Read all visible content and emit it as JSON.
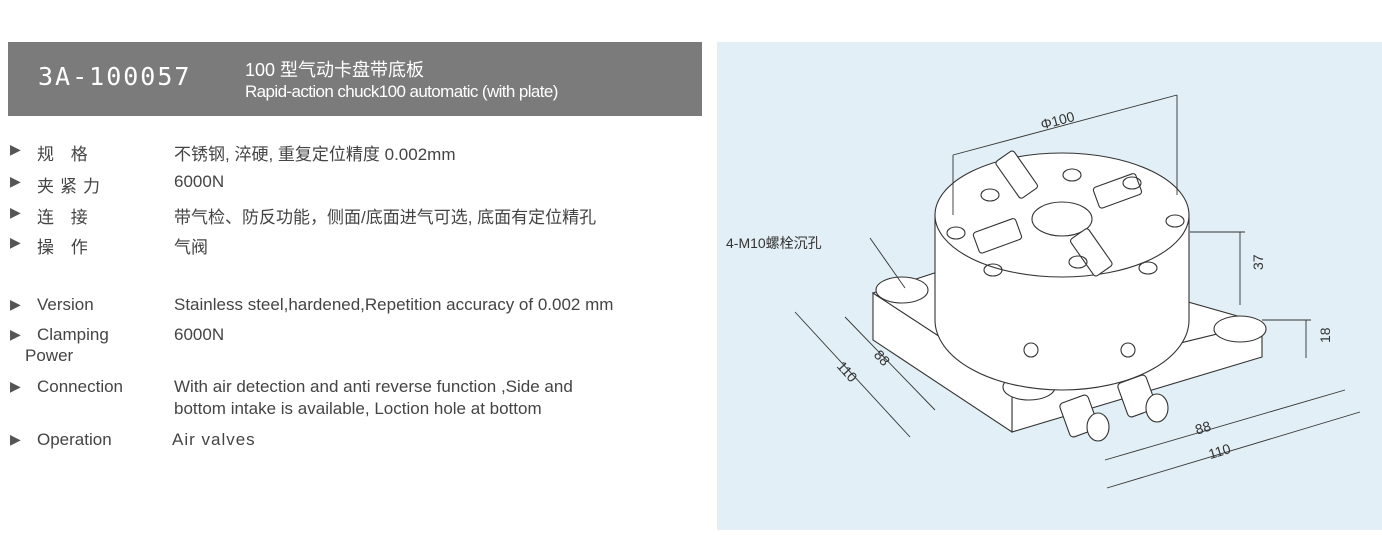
{
  "header": {
    "code": "3A-100057",
    "title_cn": "100 型气动卡盘带底板",
    "title_en": "Rapid-action chuck100 automatic (with plate)"
  },
  "specs_cn": [
    {
      "label": "规 格",
      "value": "不锈钢, 淬硬, 重复定位精度 0.002mm"
    },
    {
      "label": "夹紧力",
      "value": "6000N"
    },
    {
      "label": "连 接",
      "value": "带气检、防反功能，侧面/底面进气可选, 底面有定位精孔"
    },
    {
      "label": "操 作",
      "value": "气阀"
    }
  ],
  "specs_en": [
    {
      "label": "Version",
      "value": "Stainless steel,hardened,Repetition accuracy of 0.002 mm"
    },
    {
      "label": "Clamping Power",
      "label_line1": "Clamping",
      "label_line2": "Power",
      "value": "6000N"
    },
    {
      "label": "Connection",
      "value_line1": "With air detection and anti reverse function ,Side and",
      "value_line2": "bottom intake is available, Loction hole at bottom"
    },
    {
      "label": "Operation",
      "value": "Air valves"
    }
  ],
  "bullet_icon": "triangle-right",
  "drawing": {
    "diameter": "Φ100",
    "height_chuck": "37",
    "height_plate": "18",
    "hole_note": "4-M10螺栓沉孔",
    "left_inner": "88",
    "left_outer": "110",
    "bottom_inner": "88",
    "bottom_outer": "110"
  },
  "colors": {
    "header_bg": "#7b7b7b",
    "panel_bg": "#e2eff6"
  }
}
